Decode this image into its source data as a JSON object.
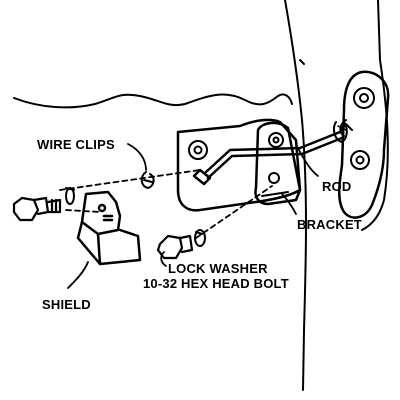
{
  "labels": {
    "wire_clips": "WIRE CLIPS",
    "rod": "ROD",
    "bracket": "BRACKET",
    "lock_washer": "LOCK WASHER",
    "hex_bolt": "10-32 HEX HEAD BOLT",
    "shield": "SHIELD"
  },
  "colors": {
    "ink": "#000000",
    "paper": "#ffffff"
  }
}
